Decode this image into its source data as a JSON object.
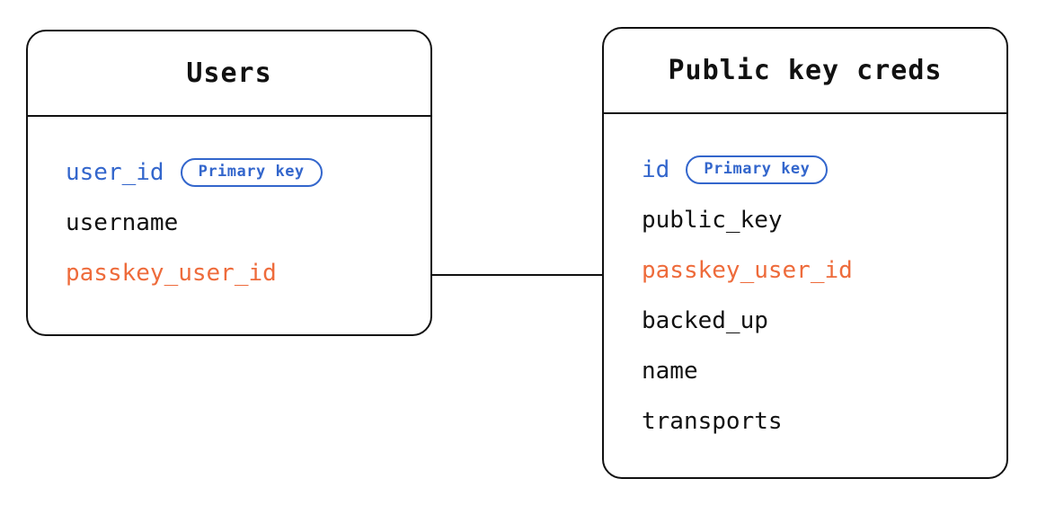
{
  "diagram": {
    "type": "entity-relationship",
    "background_color": "#ffffff",
    "colors": {
      "border": "#111111",
      "text": "#111111",
      "primary_key": "#3366cc",
      "foreign_key": "#ee6b3b",
      "connector": "#111111"
    }
  },
  "entities": [
    {
      "id": "users",
      "title": "Users",
      "fields": [
        {
          "name": "user_id",
          "role": "pk",
          "badge": "Primary key"
        },
        {
          "name": "username",
          "role": "plain",
          "badge": null
        },
        {
          "name": "passkey_user_id",
          "role": "fk",
          "badge": null
        }
      ]
    },
    {
      "id": "public_key_creds",
      "title": "Public key creds",
      "fields": [
        {
          "name": "id",
          "role": "pk",
          "badge": "Primary key"
        },
        {
          "name": "public_key",
          "role": "plain",
          "badge": null
        },
        {
          "name": "passkey_user_id",
          "role": "fk",
          "badge": null
        },
        {
          "name": "backed_up",
          "role": "plain",
          "badge": null
        },
        {
          "name": "name",
          "role": "plain",
          "badge": null
        },
        {
          "name": "transports",
          "role": "plain",
          "badge": null
        }
      ]
    }
  ],
  "relationships": [
    {
      "id": "users-to-creds",
      "from_entity": "users",
      "from_field": "passkey_user_id",
      "to_entity": "public_key_creds",
      "to_field": "passkey_user_id"
    }
  ]
}
